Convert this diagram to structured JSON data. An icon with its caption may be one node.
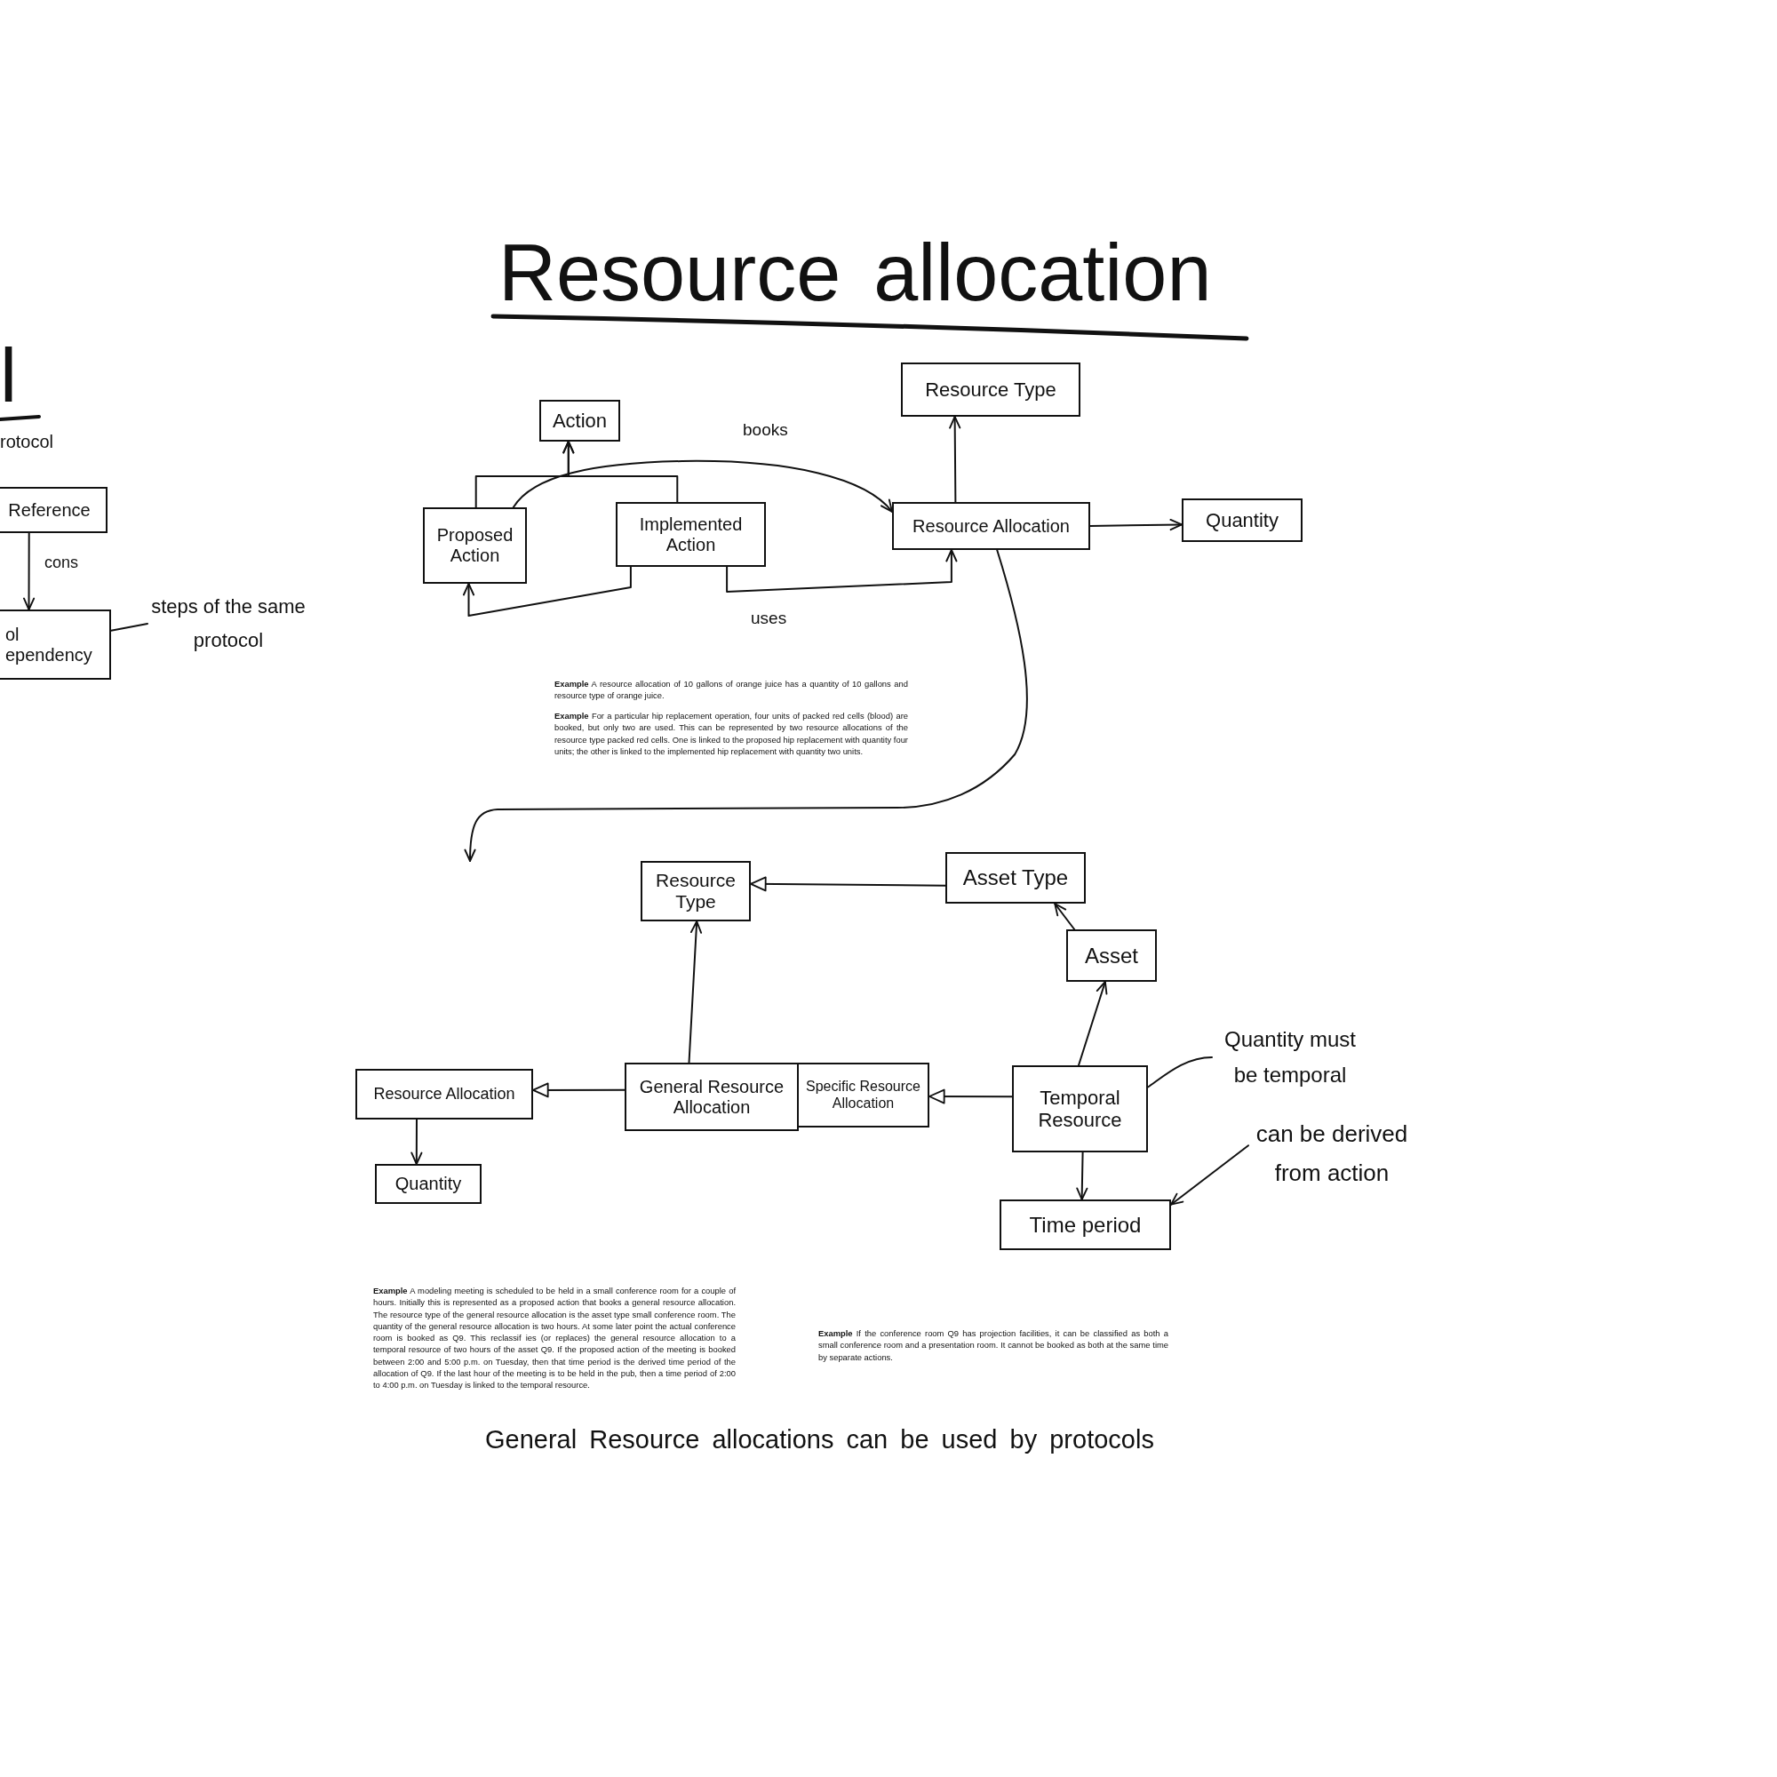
{
  "diagram": {
    "title": "Resource allocation",
    "nodes": [
      {
        "text": [
          "Reference"
        ]
      },
      {
        "text": [
          "ol ependency"
        ]
      },
      {
        "text": [
          "steps of the same protocol"
        ]
      },
      {
        "text": [
          "Action"
        ]
      },
      {
        "text": [
          "Resource Type"
        ]
      },
      {
        "text": [
          "Proposed Action"
        ]
      },
      {
        "text": [
          "Implemented Action"
        ]
      },
      {
        "text": [
          "Resource Allocation"
        ]
      },
      {
        "text": [
          "Quantity"
        ]
      },
      {
        "text": [
          "Resource Type"
        ]
      },
      {
        "text": [
          "Asset Type"
        ]
      },
      {
        "text": [
          "Asset"
        ]
      },
      {
        "text": [
          "Quantity must be temporal"
        ]
      },
      {
        "text": [
          "Resource Allocation"
        ]
      },
      {
        "text": [
          "General Resource Allocation"
        ]
      },
      {
        "text": [
          "Specific Resource Allocation"
        ]
      },
      {
        "text": [
          "Temporal Resource"
        ]
      },
      {
        "text": [
          "can be derived from action"
        ]
      },
      {
        "text": [
          "Quantity"
        ]
      },
      {
        "text": [
          "Time period"
        ]
      }
    ],
    "edges": [
      {
        "from": 0,
        "to": 1,
        "arrow": "to",
        "label": "cons"
      },
      {
        "from": 2,
        "to": 1,
        "arrow": "none"
      },
      {
        "from": 5,
        "to": 3,
        "arrow": "to"
      },
      {
        "from": 6,
        "to": 3,
        "arrow": "to"
      },
      {
        "from": 5,
        "to": 7,
        "arrow": "to",
        "label": "books"
      },
      {
        "from": 6,
        "to": 7,
        "arrow": "to",
        "label": "uses"
      },
      {
        "from": 6,
        "to": 5,
        "arrow": "to"
      },
      {
        "from": 7,
        "to": 4,
        "arrow": "to"
      },
      {
        "from": 7,
        "to": 8,
        "arrow": "to"
      },
      {
        "from": 7,
        "to": null,
        "arrow": "to"
      },
      {
        "from": 10,
        "to": 9,
        "arrow": "to"
      },
      {
        "from": 11,
        "to": 10,
        "arrow": "to"
      },
      {
        "from": 16,
        "to": 11,
        "arrow": "to"
      },
      {
        "from": 16,
        "to": 15,
        "arrow": "to"
      },
      {
        "from": 14,
        "to": 13,
        "arrow": "to"
      },
      {
        "from": 14,
        "to": 9,
        "arrow": "to"
      },
      {
        "from": 13,
        "to": 18,
        "arrow": "to"
      },
      {
        "from": 16,
        "to": 19,
        "arrow": "to"
      },
      {
        "from": 12,
        "to": 16,
        "arrow": "none"
      },
      {
        "from": 17,
        "to": 19,
        "arrow": "to"
      }
    ],
    "labels": [
      "l",
      "rotocol",
      "**Example** A resource allocation of 10 gallons of orange juice has a quantity of 10 gallons and resource type of orange juice.",
      "**Example** For a particular hip replacement operation, four units of packed red cells (blood) are booked, but only two are used. This can be represented by two resource allocations of the resource type packed red cells. One is linked to the proposed hip replacement with quantity four units; the other is linked to the implemented hip replacement with quantity two units.",
      "**Example** A modeling meeting is scheduled to be held in a small conference room for a couple of hours. Initially this is represented as a proposed action that books a general resource allocation. The resource type of the general resource allocation is the asset type small conference room. The quantity of the general resource allocation is two hours. At some later point the actual conference room is booked as Q9. This reclassif ies (or replaces) the general resource allocation to a temporal resource of two hours of the asset Q9. If the proposed action of the meeting is booked between 2:00 and 5:00 p.m. on Tuesday, then that time period is the derived time period of the allocation of Q9. If the last hour of the meeting is to be held in the pub, then a time period of 2:00 to 4:00 p.m. on Tuesday is linked to the temporal resource.",
      "**Example** If the conference room Q9 has projection facilities, it can be classified as both a small conference room and a presentation room. It cannot be booked as both at the same time by separate actions.",
      "General Resource allocations can be used by protocols"
    ]
  }
}
